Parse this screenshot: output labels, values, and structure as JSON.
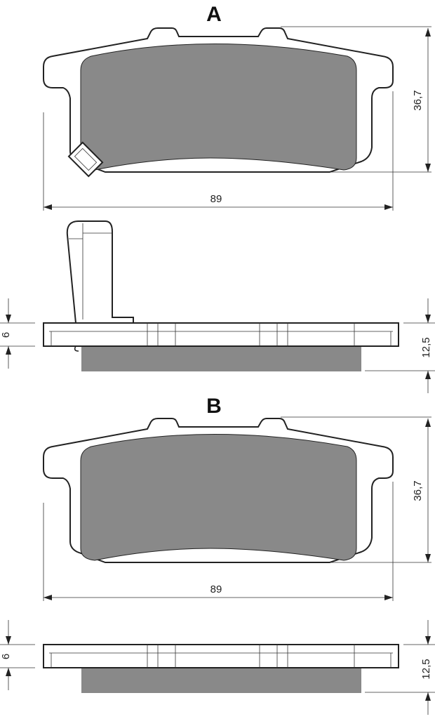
{
  "views": [
    {
      "label": "A",
      "height_dim": "36,7",
      "width_dim": "89",
      "backplate_dim": "6",
      "total_thickness_dim": "12,5",
      "has_clip": true,
      "has_wear_indicator": true
    },
    {
      "label": "B",
      "height_dim": "36,7",
      "width_dim": "89",
      "backplate_dim": "6",
      "total_thickness_dim": "12,5",
      "has_clip": false,
      "has_wear_indicator": false
    }
  ],
  "colors": {
    "friction": "#898989",
    "line": "#222222"
  }
}
